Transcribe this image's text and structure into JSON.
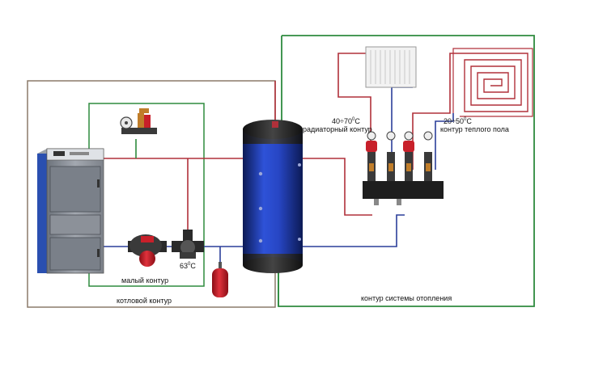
{
  "labels": {
    "radiator_temp_prefix": "40÷70",
    "radiator_temp_suffix": "С",
    "radiator_circuit": "радиаторный контур",
    "floor_temp_prefix": "20÷50",
    "floor_temp_suffix": "С",
    "floor_circuit": "контур теплого пола",
    "valve_temp_prefix": "63",
    "valve_temp_suffix": "С",
    "degree_mark": "0",
    "small_circuit": "малый контур",
    "boiler_circuit": "котловой контур",
    "heating_system_circuit": "контур системы отопления"
  },
  "colors": {
    "frame_boiler": "#8b7a6a",
    "frame_small": "#2e8b3e",
    "frame_heating": "#2e8b3e",
    "pipe_hot": "#b0303a",
    "pipe_cold": "#2b3f9a",
    "tank": "#2440b8",
    "boiler_body": "#8a8f97",
    "boiler_side": "#2a4fb0",
    "pump_body": "#3a3a3a",
    "pump_red": "#c8202a",
    "expansion_tank": "#d02030",
    "manifold": "#1e1e1e"
  },
  "icons": {
    "boiler": "solid-fuel-boiler-icon",
    "pump": "circulation-pump-icon",
    "mixing_valve": "three-way-valve-icon",
    "expansion_tank": "expansion-tank-icon",
    "buffer_tank": "buffer-tank-icon",
    "radiator": "radiator-icon",
    "floor_coil": "underfloor-heating-coil-icon",
    "safety_group": "safety-group-icon",
    "manifold": "distribution-manifold-icon"
  }
}
